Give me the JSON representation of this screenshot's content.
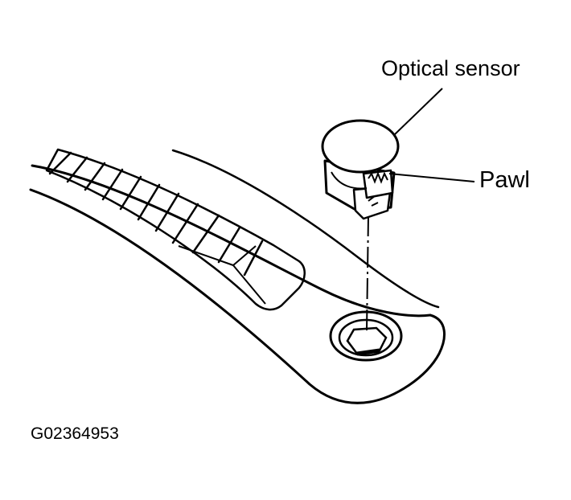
{
  "labels": {
    "optical_sensor": "Optical sensor",
    "pawl": "Pawl"
  },
  "figure_code": "G02364953",
  "colors": {
    "line": "#000000",
    "background": "#ffffff"
  }
}
